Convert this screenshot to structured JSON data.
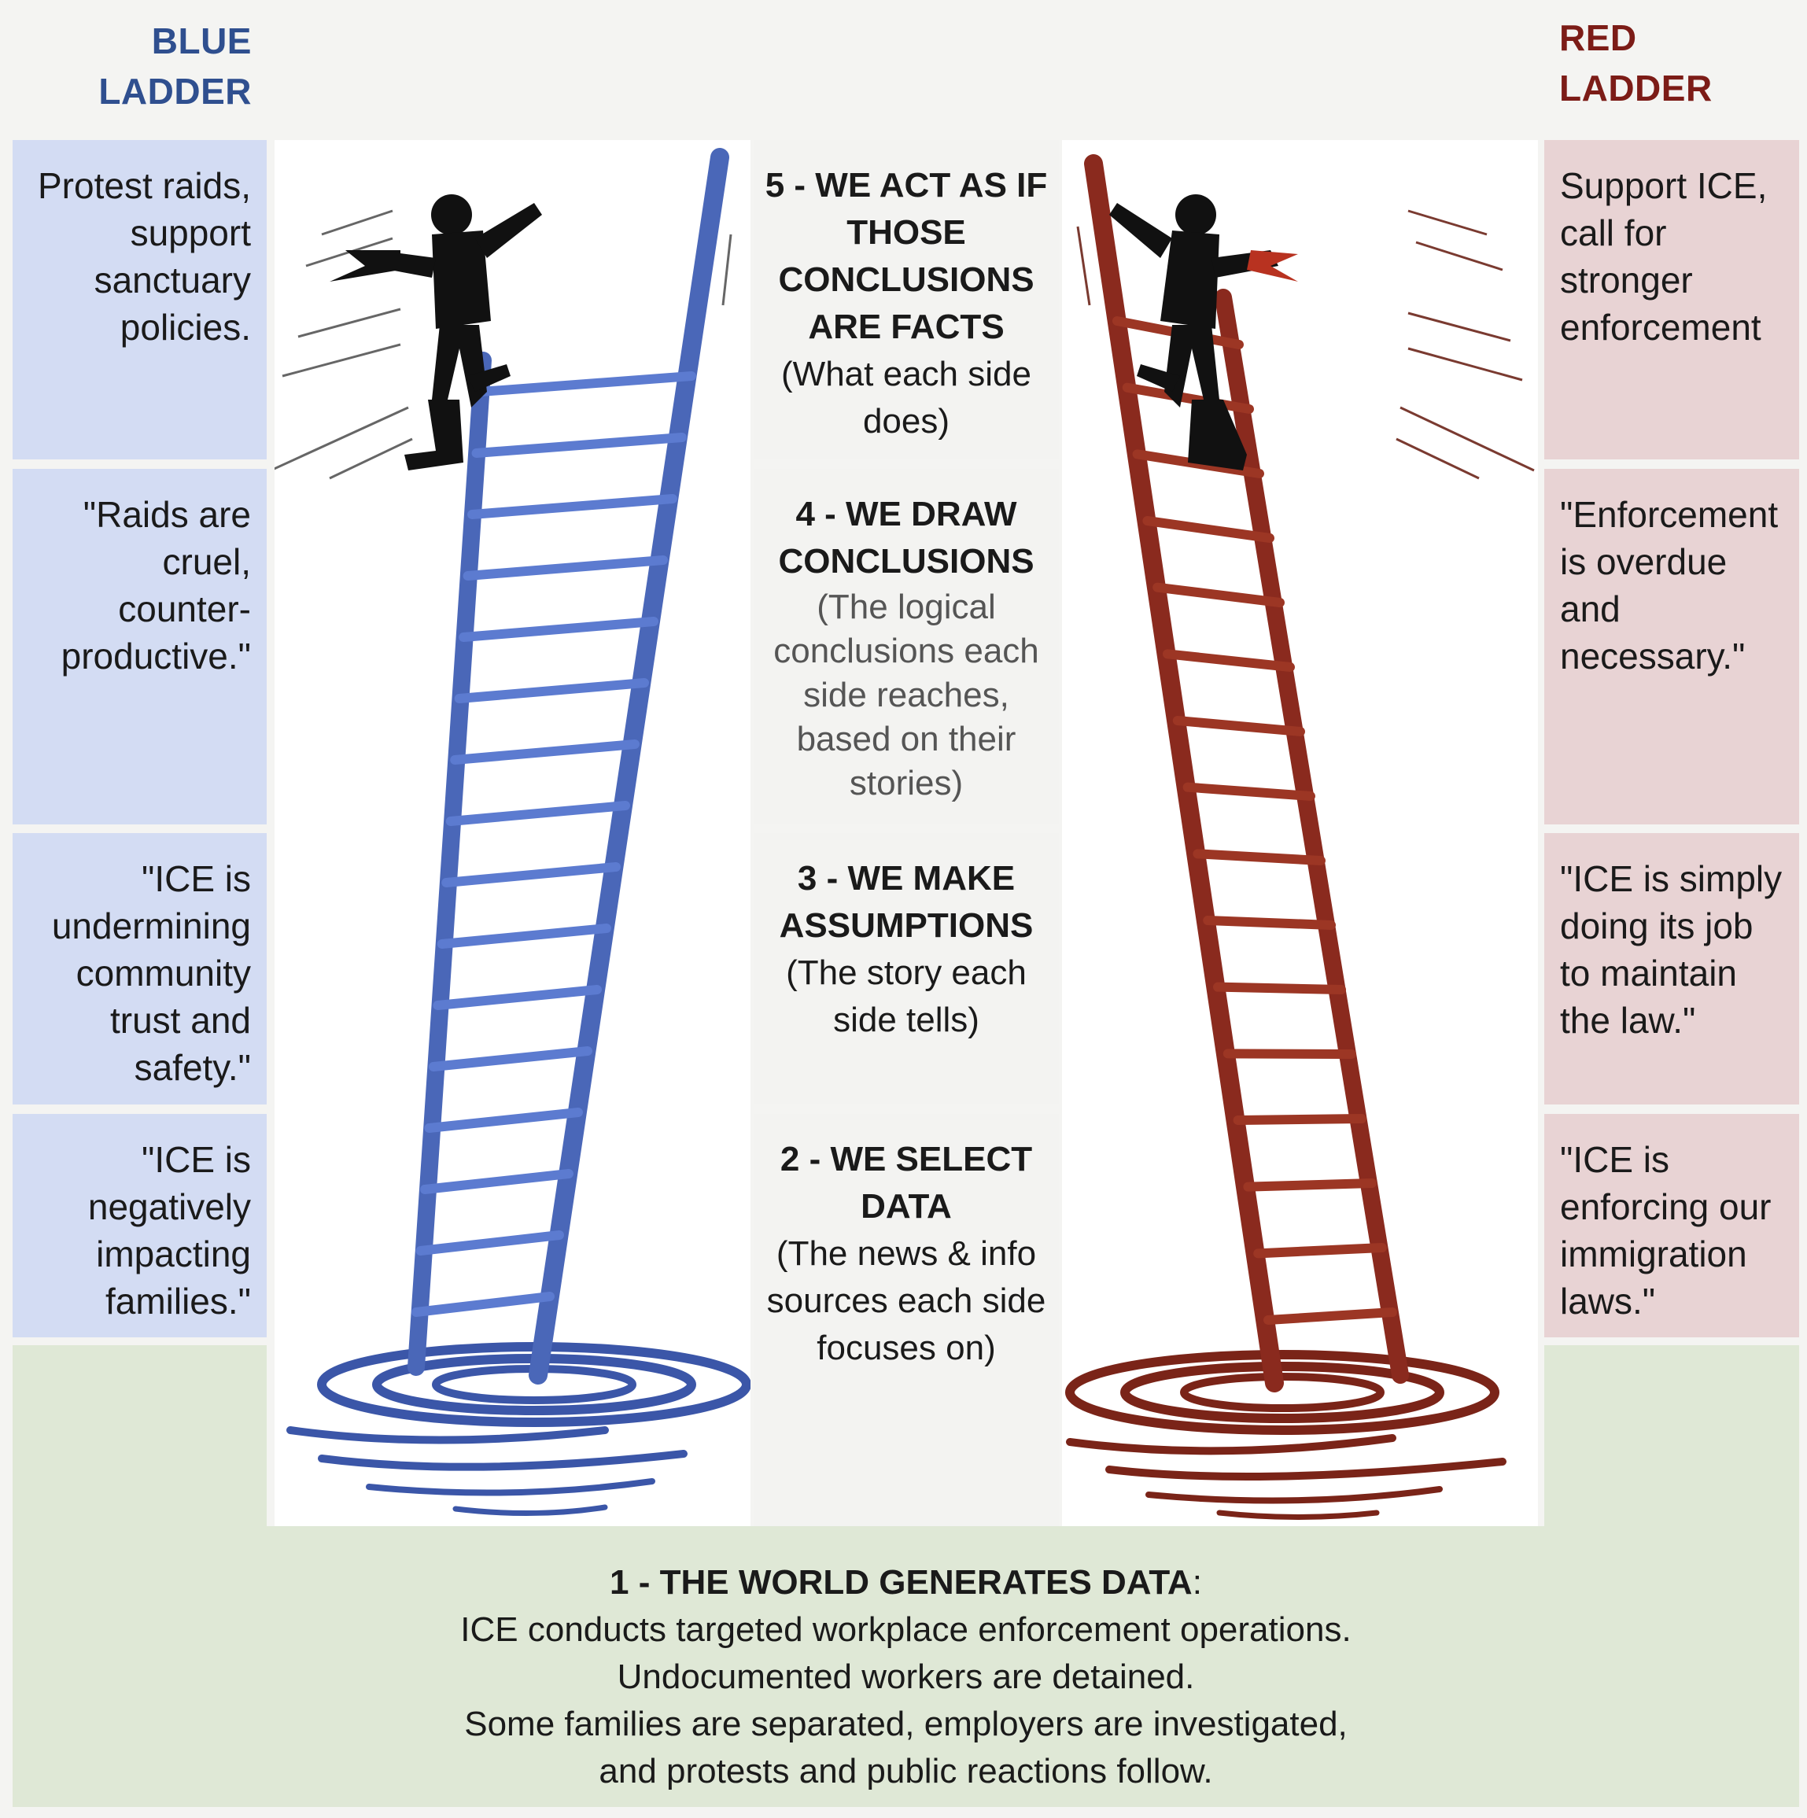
{
  "headers": {
    "blue": [
      "BLUE",
      "LADDER"
    ],
    "red": [
      "RED",
      "LADDER"
    ]
  },
  "colors": {
    "blue_ladder": "#4a67b8",
    "red_ladder": "#8a2a1e",
    "blue_panel": "#d3dcf3",
    "red_panel": "#e8d3d4",
    "green_panel": "#dfe8d6",
    "mid_panel": "#f3f3f1"
  },
  "steps": {
    "s5": {
      "title": "5 - WE ACT AS IF THOSE CONCLUSIONS ARE FACTS",
      "desc": "(What each side does)"
    },
    "s4": {
      "title": "4 - WE DRAW CONCLUSIONS",
      "desc": "(The logical conclusions each side reaches, based on their stories)"
    },
    "s3": {
      "title": "3 - WE MAKE ASSUMPTIONS",
      "desc": "(The story each side  tells)"
    },
    "s2": {
      "title": "2 - WE SELECT DATA",
      "desc": "(The news & info sources each side focuses on)"
    }
  },
  "blue": {
    "s5": "Protest raids, support sanctuary policies.",
    "s4": "\"Raids are cruel, counter-productive.\"",
    "s3": "\"ICE is undermining community trust and safety.\"",
    "s2": "\"ICE is negatively impacting families.\""
  },
  "red": {
    "s5": "Support ICE, call for stronger enforcement",
    "s4": "\"Enforcement is overdue and necessary.\"",
    "s3": "\"ICE is simply doing its job to maintain the law.\"",
    "s2": "\"ICE is enforcing our immigration laws.\""
  },
  "world": {
    "title": "1 - THE WORLD GENERATES DATA",
    "colon": ":",
    "lines": [
      "ICE conducts targeted workplace enforcement operations.",
      "Undocumented workers are detained.",
      "Some families are separated, employers are investigated,",
      "and protests and public reactions follow."
    ]
  }
}
